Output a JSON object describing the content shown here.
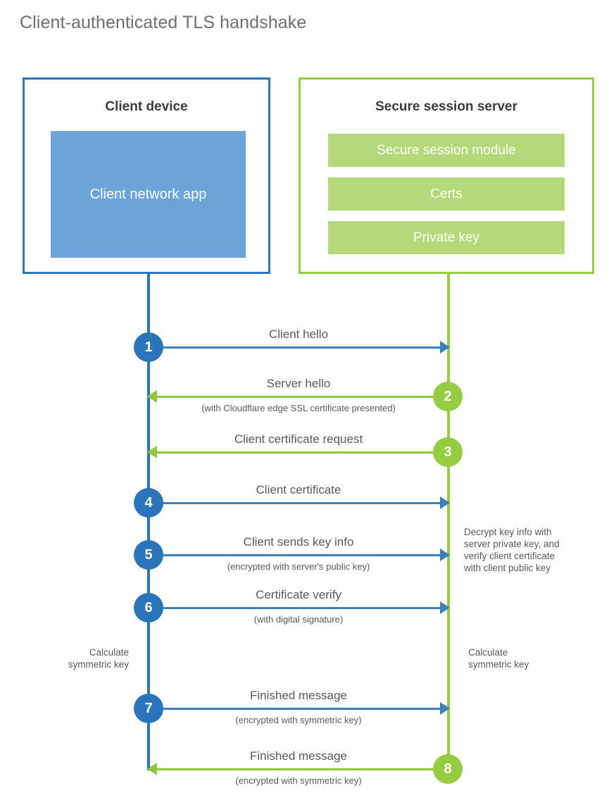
{
  "title": "Client-authenticated TLS handshake",
  "colors": {
    "client_blue": "#2a74bb",
    "client_app_fill": "#6aa4d8",
    "server_green": "#96cc42",
    "server_bar_fill": "#b4d97a",
    "arrow_blue": "#3a7fbe",
    "arrow_green": "#8fc73f",
    "text_gray": "#58595b",
    "title_gray": "#6d6e71"
  },
  "parties": {
    "client": {
      "title": "Client device",
      "app_label": "Client network\napp"
    },
    "server": {
      "title": "Secure session server",
      "bars": [
        {
          "label": "Secure session module"
        },
        {
          "label": "Certs"
        },
        {
          "label": "Private key"
        }
      ]
    }
  },
  "steps": [
    {
      "number": "1",
      "label": "Client hello",
      "sub": "",
      "direction": "client-to-server",
      "origin": "client"
    },
    {
      "number": "2",
      "label": "Server hello",
      "sub": "(with Cloudflare edge SSL certificate presented)",
      "direction": "server-to-client",
      "origin": "server"
    },
    {
      "number": "3",
      "label": "Client certificate request",
      "sub": "",
      "direction": "server-to-client",
      "origin": "server"
    },
    {
      "number": "4",
      "label": "Client certificate",
      "sub": "",
      "direction": "client-to-server",
      "origin": "client"
    },
    {
      "number": "5",
      "label": "Client sends key info",
      "sub": "(encrypted with server's public key)",
      "direction": "client-to-server",
      "origin": "client"
    },
    {
      "number": "6",
      "label": "Certificate verify",
      "sub": "(with digital signature)",
      "direction": "client-to-server",
      "origin": "client"
    },
    {
      "number": "7",
      "label": "Finished message",
      "sub": "(encrypted with symmetric key)",
      "direction": "client-to-server",
      "origin": "client"
    },
    {
      "number": "8",
      "label": "Finished message",
      "sub": "(encrypted with symmetric key)",
      "direction": "server-to-client",
      "origin": "server"
    }
  ],
  "annotations": {
    "server_decrypt": "Decrypt key info with\nserver private key, and\nverify client certificate\nwith client public key",
    "client_calculate": "Calculate\nsymmetric key",
    "server_calculate": "Calculate\nsymmetric key"
  }
}
